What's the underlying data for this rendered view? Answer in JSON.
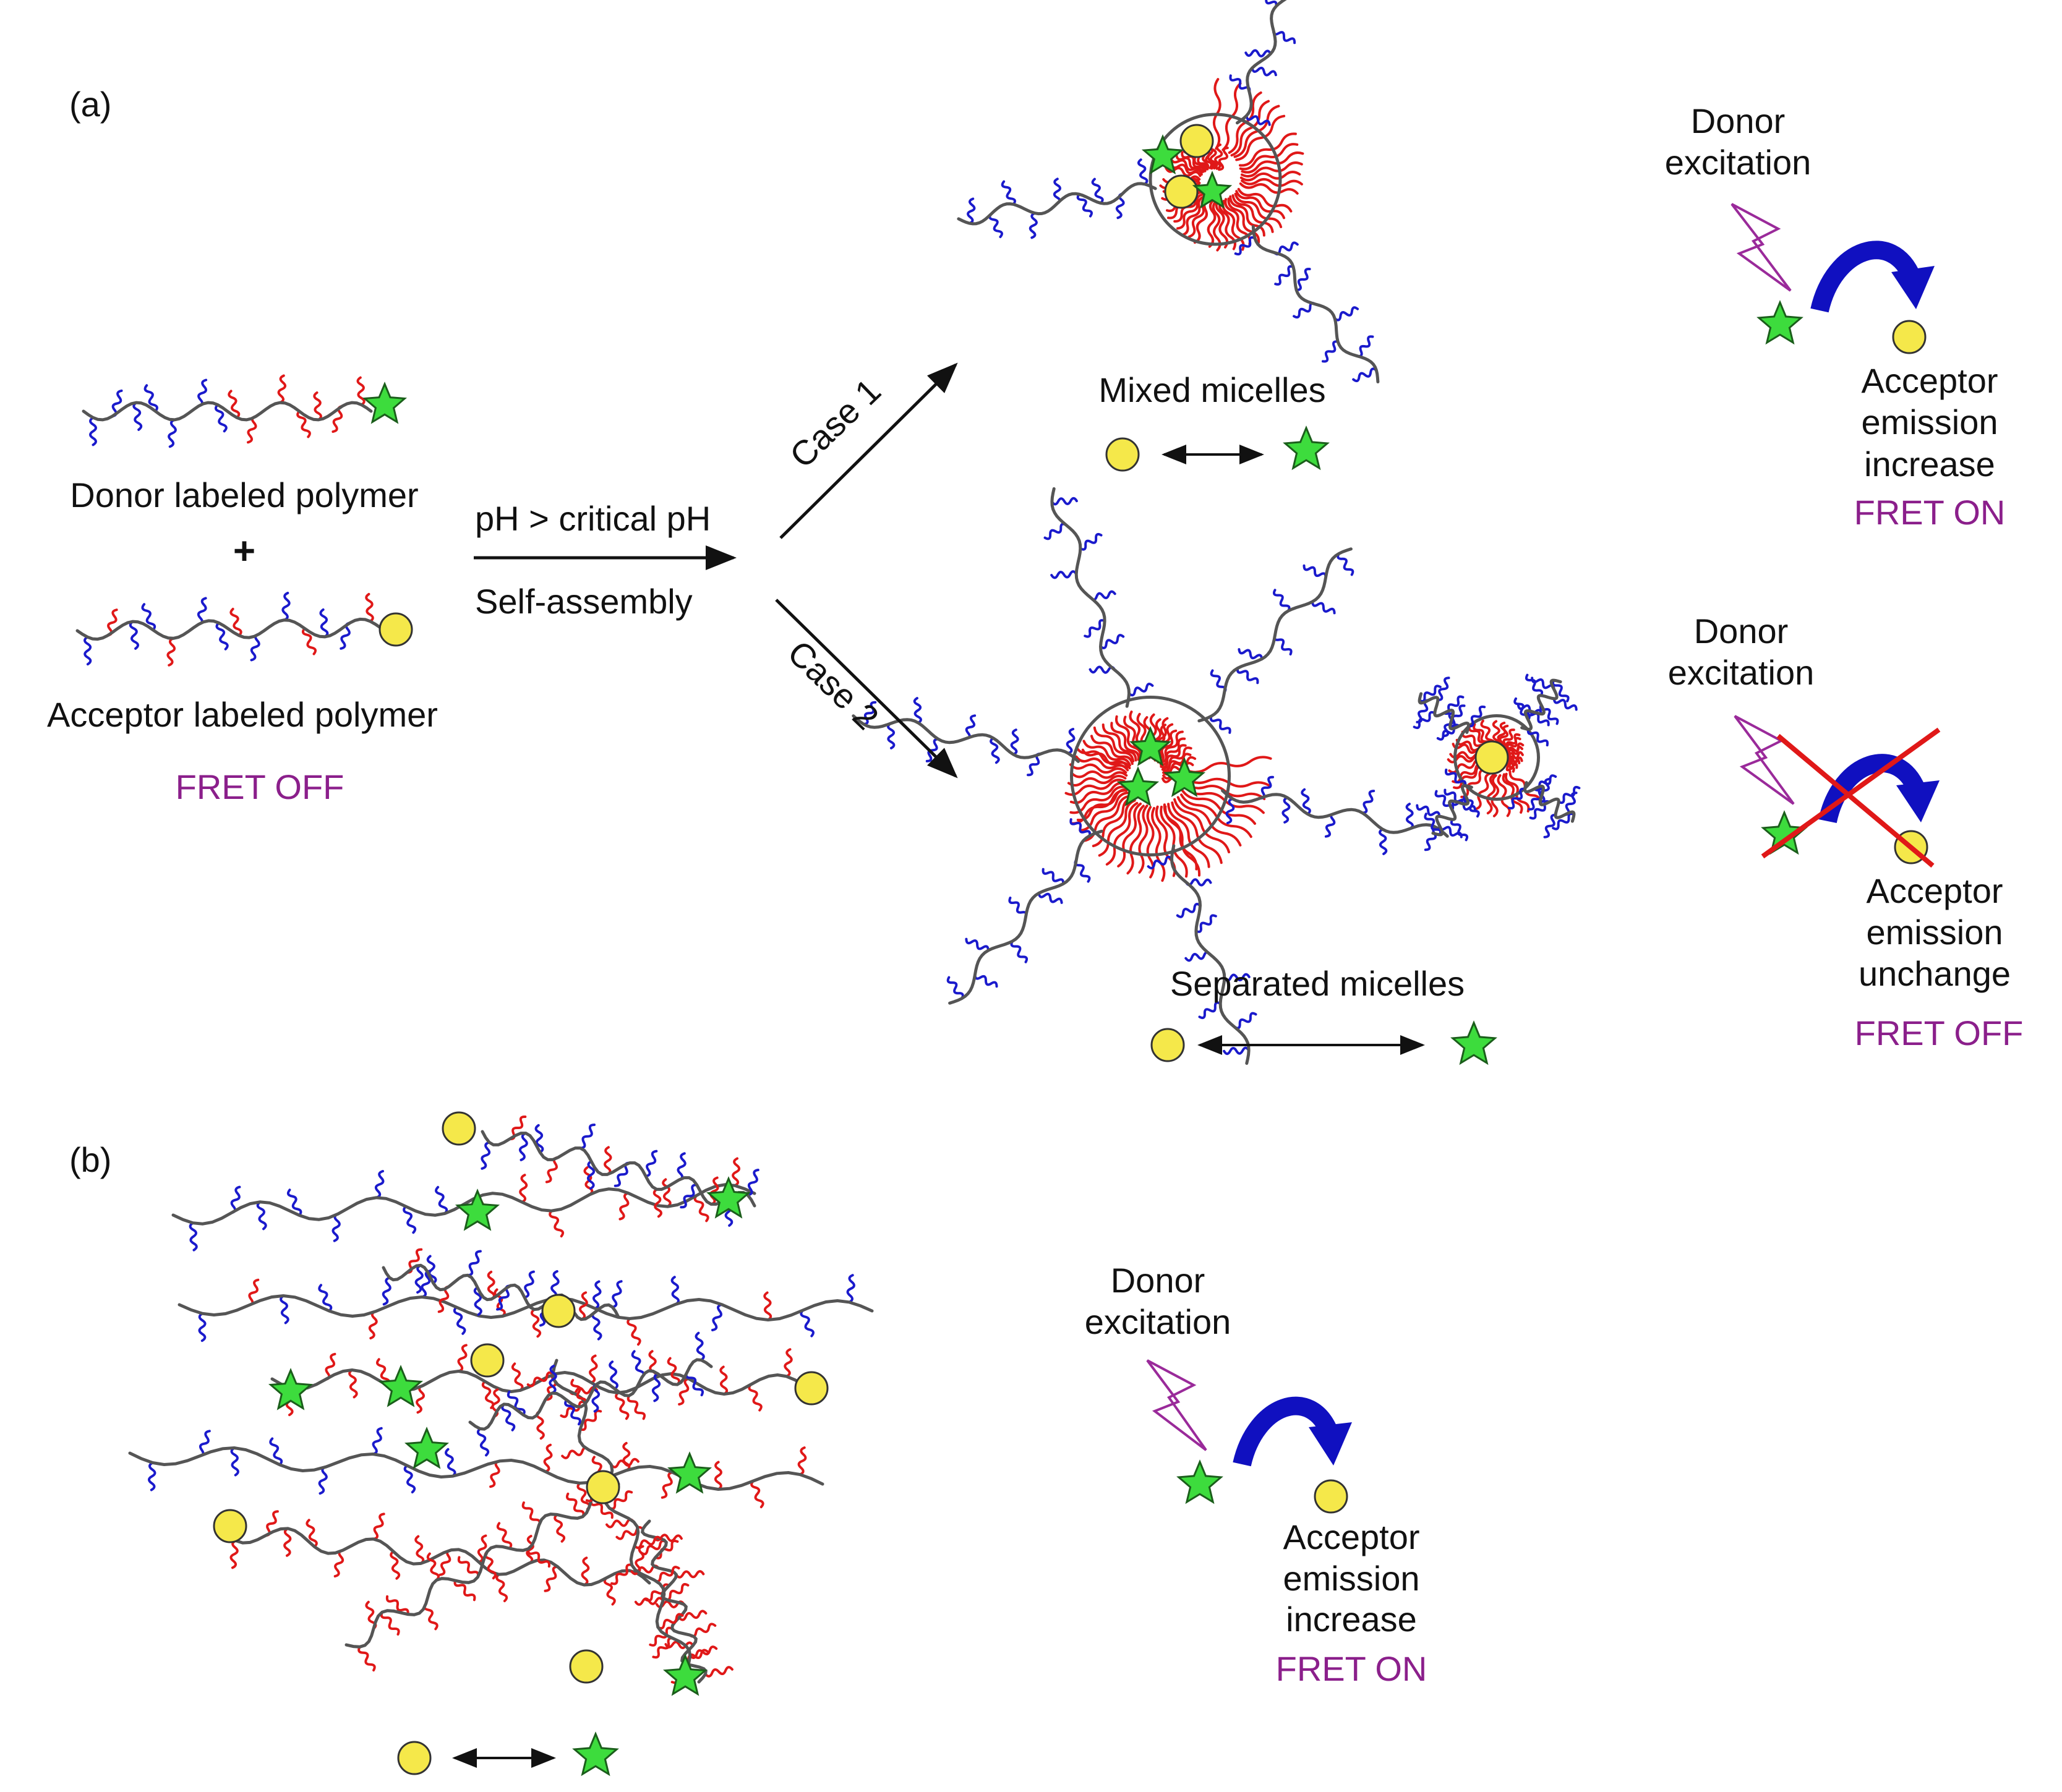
{
  "panel_a": {
    "label": "(a)",
    "donor_polymer_label": "Donor labeled polymer",
    "plus": "+",
    "acceptor_polymer_label": "Acceptor labeled polymer",
    "fret_state_left": "FRET OFF",
    "condition": "pH > critical pH",
    "process": "Self-assembly",
    "case1": "Case 1",
    "case2": "Case 2",
    "case1_result": "Mixed micelles",
    "case2_result": "Separated micelles",
    "case1_panel": {
      "line1": "Donor",
      "line2": "excitation",
      "result1": "Acceptor",
      "result2": "emission",
      "result3": "increase",
      "fret": "FRET ON"
    },
    "case2_panel": {
      "line1": "Donor",
      "line2": "excitation",
      "result1": "Acceptor",
      "result2": "emission",
      "result3": "unchange",
      "fret": "FRET OFF"
    }
  },
  "panel_b": {
    "label": "(b)",
    "line1": "Donor",
    "line2": "excitation",
    "result1": "Acceptor",
    "result2": "emission",
    "result3": "increase",
    "fret": "FRET ON"
  },
  "colors": {
    "backbone": "#555555",
    "hydrophilic": "#1a1acc",
    "hydrophobic": "#e01818",
    "donor": "#3ddc3d",
    "acceptor": "#f5e84a",
    "fret_text": "#8b1f8b",
    "transfer_arrow": "#1010c0",
    "lightning": "#9a2a9a",
    "cross": "#e01818"
  },
  "icons": [
    "donor-star-icon",
    "acceptor-circle-icon",
    "lightning-icon",
    "energy-transfer-arrow-icon",
    "cross-out-icon"
  ]
}
